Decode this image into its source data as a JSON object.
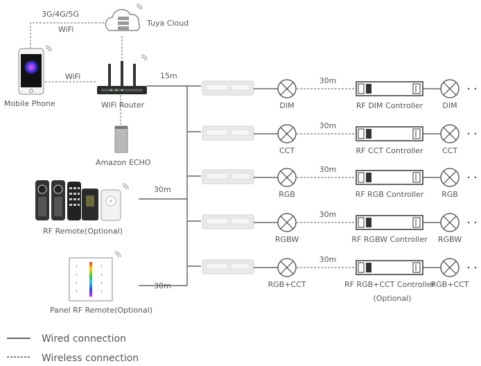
{
  "top": {
    "mobile_label": "Mobile Phone",
    "network_label": "3G/4G/5G",
    "wifi_top_label": "WiFi",
    "cloud_label": "Tuya Cloud",
    "wifi_left_label": "WiFi",
    "router_label": "WiFi Router",
    "router_distance": "15m",
    "echo_label": "Amazon ECHO",
    "rf_remote_label": "RF Remote(Optional)",
    "rf_remote_distance": "30m",
    "panel_label": "Panel RF Remote(Optional)",
    "panel_distance": "30m"
  },
  "rows": [
    {
      "light": "DIM",
      "distance": "30m",
      "controller": "RF DIM Controller",
      "light2": "DIM"
    },
    {
      "light": "CCT",
      "distance": "30m",
      "controller": "RF CCT Controller",
      "light2": "CCT"
    },
    {
      "light": "RGB",
      "distance": "30m",
      "controller": "RF RGB Controller",
      "light2": "RGB"
    },
    {
      "light": "RGBW",
      "distance": "30m",
      "controller": "RF RGBW Controller",
      "light2": "RGBW"
    },
    {
      "light": "RGB+CCT",
      "distance": "30m",
      "controller": "RF RGB+CCT Controller",
      "controller_note": "(Optional)",
      "light2": "RGB+CCT"
    }
  ],
  "legend": {
    "wired": "Wired connection",
    "wireless": "Wireless connection"
  }
}
